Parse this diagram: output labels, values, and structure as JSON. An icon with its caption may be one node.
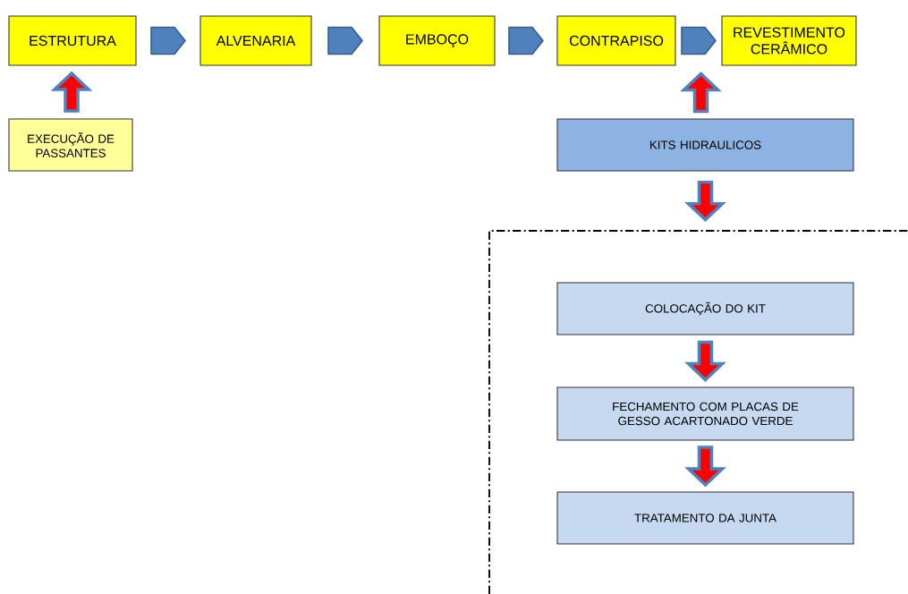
{
  "diagram": {
    "nodes": [
      {
        "text": [
          "ESTRUTURA"
        ]
      },
      {
        "text": [
          "ALVENARIA"
        ]
      },
      {
        "text": [
          "EMBOÇO"
        ]
      },
      {
        "text": [
          "CONTRAPISO"
        ]
      },
      {
        "text": [
          "REVESTIMENTO CERÂMICO"
        ]
      },
      {
        "text": [
          "EXECUÇÃO DE PASSANTES"
        ]
      },
      {
        "text": [
          "KITS HIDRAULICOS"
        ]
      },
      {
        "text": [],
        "shape": "box"
      },
      {
        "text": [
          "COLOCAÇÃO DO KIT"
        ],
        "in": 7
      },
      {
        "text": [
          "FECHAMENTO COM PLACAS DE GESSO ACARTONADO VERDE"
        ],
        "in": 7
      },
      {
        "text": [
          "TRATAMENTO DA JUNTA"
        ],
        "in": 7
      }
    ],
    "edges": [
      {
        "from": 0,
        "to": 1,
        "arrow": "to"
      },
      {
        "from": 1,
        "to": 2,
        "arrow": "to"
      },
      {
        "from": 2,
        "to": 3,
        "arrow": "to"
      },
      {
        "from": 3,
        "to": 4,
        "arrow": "to"
      },
      {
        "from": 5,
        "to": 0,
        "arrow": "to"
      },
      {
        "from": 6,
        "to": null,
        "arrow": "to"
      },
      {
        "from": 6,
        "to": 7,
        "arrow": "to"
      },
      {
        "from": 8,
        "to": 9,
        "arrow": "to"
      },
      {
        "from": 9,
        "to": 10,
        "arrow": "to"
      }
    ]
  }
}
